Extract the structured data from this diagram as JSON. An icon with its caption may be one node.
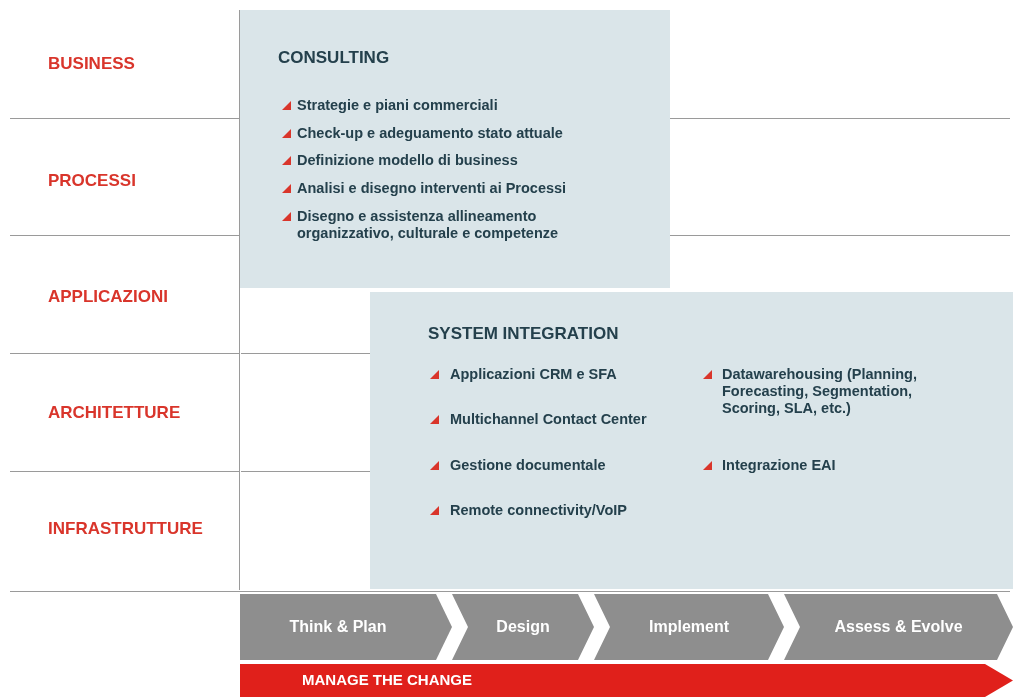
{
  "diagram": {
    "nodes": [
      {
        "text": [
          "CONSULTING",
          "Strategie e piani commerciali",
          "Check-up e adeguamento stato attuale",
          "Definizione modello di business",
          "Analisi e disegno interventi ai Processi",
          "Disegno e assistenza allineamento organizzativo, culturale e competenze"
        ]
      },
      {
        "text": [
          "SYSTEM INTEGRATION",
          "Applicazioni CRM e SFA",
          "Multichannel Contact Center",
          "Gestione documentale",
          "Remote connectivity/VoIP",
          "Datawarehousing (Planning, Forecasting, Segmentation, Scoring, SLA, etc.)",
          "Integrazione EAI"
        ]
      },
      {
        "text": [
          "Think & Plan"
        ]
      },
      {
        "text": [
          "Design"
        ]
      },
      {
        "text": [
          "Implement"
        ]
      },
      {
        "text": [
          "Assess & Evolve"
        ]
      },
      {
        "text": [
          "MANAGE THE CHANGE"
        ]
      }
    ],
    "edges": [],
    "labels": [
      "BUSINESS",
      "PROCESSI",
      "APPLICAZIONI",
      "ARCHITETTURE",
      "INFRASTRUTTURE"
    ]
  }
}
